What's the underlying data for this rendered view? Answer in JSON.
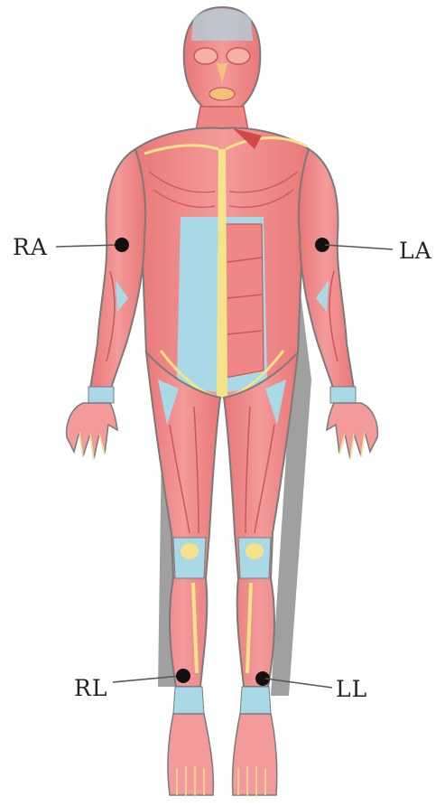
{
  "colors": {
    "muscle": "#ef8787",
    "muscle_dark": "#c85858",
    "tendon": "#a9d9e6",
    "nerve": "#f4e38a",
    "skin_outline": "#8a8a8a",
    "shadow": "#8c8c8c",
    "electrode": "#111111"
  },
  "electrodes": {
    "ra": {
      "label": "RA"
    },
    "la": {
      "label": "LA"
    },
    "rl": {
      "label": "RL"
    },
    "ll": {
      "label": "LL"
    }
  }
}
